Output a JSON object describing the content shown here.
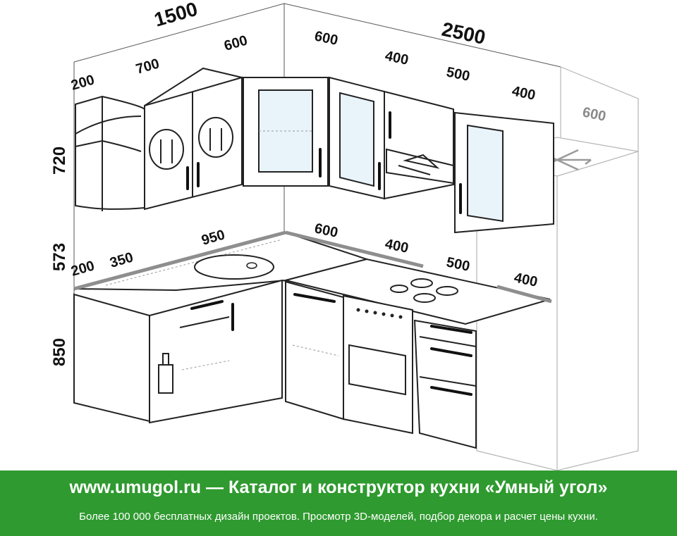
{
  "dimensions": {
    "top_left_total": "1500",
    "top_right_total": "2500",
    "upper_left_shelf": "200",
    "upper_left_cabinet": "700",
    "upper_corner": "600",
    "upper_right_corner": "600",
    "upper_right_glass": "400",
    "upper_hood": "500",
    "upper_right_end": "400",
    "fridge_depth": "600",
    "height_upper": "720",
    "height_gap": "573",
    "height_base": "850",
    "counter_left_end": "200",
    "counter_left_sink_offset": "350",
    "counter_left_total": "950",
    "counter_right_corner": "600",
    "counter_right_dishwasher": "400",
    "counter_right_stove": "500",
    "counter_right_end": "400"
  },
  "colors": {
    "footer_background": "#2f9a2f",
    "glass_tint": "#e9f3fa",
    "fridge_outline": "#b5b5b5"
  },
  "footer": {
    "title": "www.umugol.ru  —  Каталог и конструктор кухни «Умный угол»",
    "subtitle": "Более 100 000 бесплатных дизайн проектов. Просмотр 3D-моделей, подбор декора и расчет цены кухни."
  }
}
